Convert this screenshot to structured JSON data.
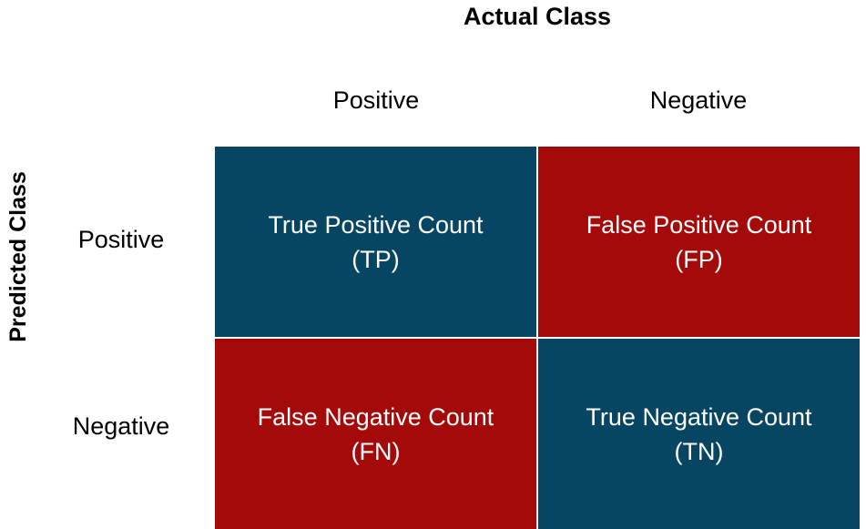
{
  "figure": {
    "title_top": "Actual Class",
    "title_left": "Predicted Class"
  },
  "axes": {
    "columns": [
      {
        "label": "Positive"
      },
      {
        "label": "Negative"
      }
    ],
    "rows": [
      {
        "label": "Positive"
      },
      {
        "label": "Negative"
      }
    ]
  },
  "colors": {
    "correct": "#064663",
    "incorrect": "#A50A0A",
    "cell_text": "#FFFFFF",
    "label_text": "#000000",
    "background": "#FFFFFF"
  },
  "chart_data": {
    "type": "table",
    "title": "Actual Class",
    "xlabel": "Actual Class",
    "ylabel": "Predicted Class",
    "categories": [
      "Positive",
      "Negative"
    ],
    "cells": [
      {
        "predicted": "Positive",
        "actual": "Positive",
        "name": "True Positive Count",
        "abbreviation": "(TP)",
        "text": "True Positive Count\n(TP)",
        "color": "#064663",
        "outcome": "correct"
      },
      {
        "predicted": "Positive",
        "actual": "Negative",
        "name": "False Positive Count",
        "abbreviation": "(FP)",
        "text": "False Positive Count\n(FP)",
        "color": "#A50A0A",
        "outcome": "incorrect"
      },
      {
        "predicted": "Negative",
        "actual": "Positive",
        "name": "False Negative Count",
        "abbreviation": "(FN)",
        "text": "False Negative Count\n(FN)",
        "color": "#A50A0A",
        "outcome": "incorrect"
      },
      {
        "predicted": "Negative",
        "actual": "Negative",
        "name": "True Negative Count",
        "abbreviation": "(TN)",
        "text": "True Negative Count\n(TN)",
        "color": "#064663",
        "outcome": "correct"
      }
    ],
    "grid": false,
    "legend": "none"
  }
}
